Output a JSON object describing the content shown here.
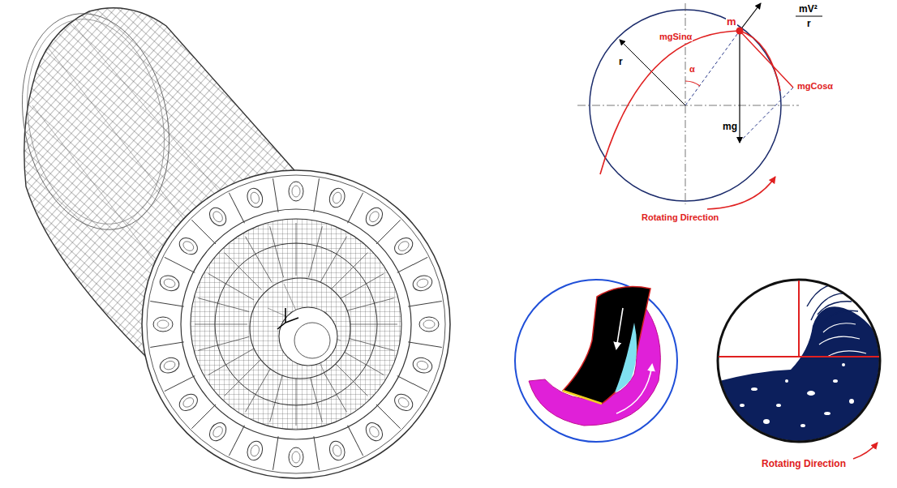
{
  "diagram": {
    "labels": [
      "m",
      "mV²",
      "r",
      "mgSinα",
      "mgCosα",
      "mg",
      "r",
      "α",
      "Rotating Direction",
      "Rotating Direction"
    ]
  }
}
